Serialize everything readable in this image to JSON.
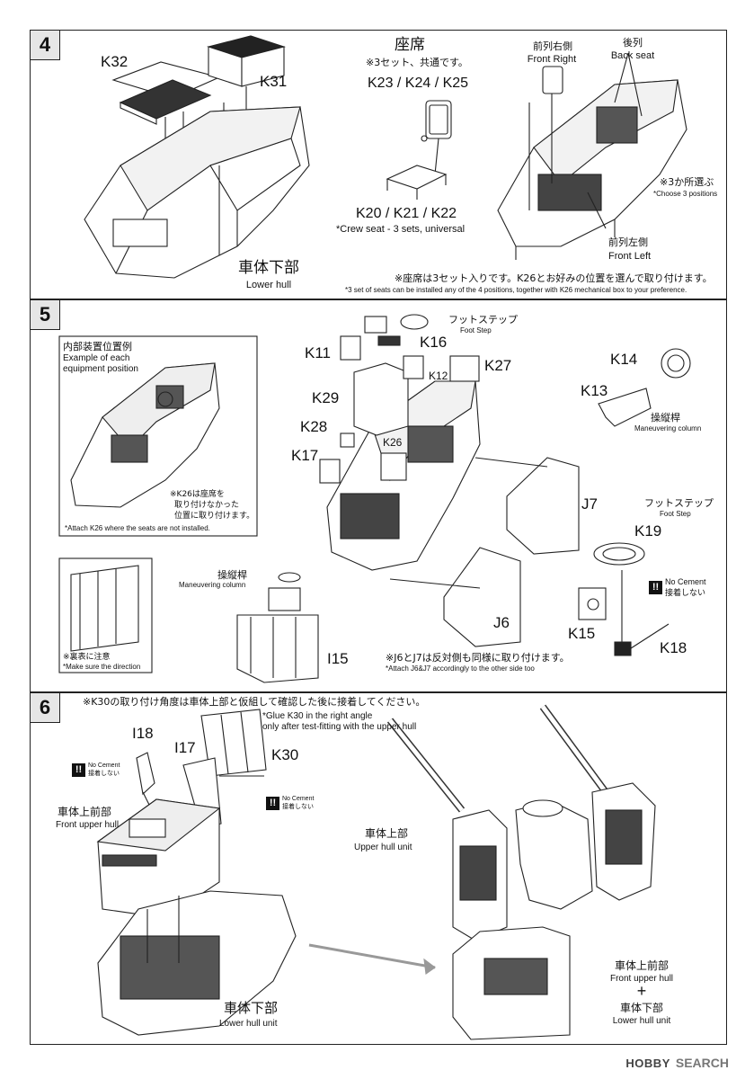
{
  "step4": {
    "number": "4",
    "k32": "K32",
    "k31": "K31",
    "seat_title_jp": "座席",
    "seat_note_jp": "※3セット、共通です。",
    "seat_parts": "K23 / K24 / K25",
    "crew_parts": "K20 / K21 / K22",
    "crew_note_en": "*Crew seat - 3 sets, universal",
    "front_right_jp": "前列右側",
    "front_right_en": "Front Right",
    "back_seat_jp": "後列",
    "back_seat_en": "Back seat",
    "choose_jp": "※3か所選ぶ",
    "choose_en": "*Choose 3 positions",
    "front_left_jp": "前列左側",
    "front_left_en": "Front Left",
    "lower_hull_jp": "車体下部",
    "lower_hull_en": "Lower hull",
    "footnote_jp": "※座席は3セット入りです。K26とお好みの位置を選んで取り付けます。",
    "footnote_en": "*3 set of seats can be installed any of the 4 positions, together with K26 mechanical box to your preference."
  },
  "step5": {
    "number": "5",
    "inset_title_jp": "内部装置位置例",
    "inset_title_en_1": "Example of each",
    "inset_title_en_2": "equipment position",
    "inset_k26_note_1": "※K26は座席を",
    "inset_k26_note_2": "取り付けなかった",
    "inset_k26_note_3": "位置に取り付けます。",
    "inset_k26_note_en": "*Attach K26 where the seats are not installed.",
    "direction_jp": "※裏表に注意",
    "direction_en": "*Make sure the direction",
    "foot_step_jp": "フットステップ",
    "foot_step_en": "Foot Step",
    "k11": "K11",
    "k16": "K16",
    "k27": "K27",
    "k12": "K12",
    "k29": "K29",
    "k28": "K28",
    "k26": "K26",
    "k17": "K17",
    "k14": "K14",
    "k13": "K13",
    "maneuver_jp": "操縦桿",
    "maneuver_en": "Maneuvering column",
    "j7": "J7",
    "j6": "J6",
    "i15": "I15",
    "foot_step2_jp": "フットステップ",
    "foot_step2_en": "Foot Step",
    "k19": "K19",
    "no_cement_en": "No Cement",
    "no_cement_jp": "接着しない",
    "k15": "K15",
    "k18": "K18",
    "maneuver2_jp": "操縦桿",
    "maneuver2_en": "Maneuvering column",
    "j_note_jp": "※J6とJ7は反対側も同様に取り付けます。",
    "j_note_en": "*Attach J6&J7 accordingly to the other side too"
  },
  "step6": {
    "number": "6",
    "k30_note_jp": "※K30の取り付け角度は車体上部と仮組して確認した後に接着してください。",
    "k30_note_en_1": "*Glue K30 in the right angle",
    "k30_note_en_2": "only after test-fitting with the upper hull",
    "i18": "I18",
    "i17": "I17",
    "k30": "K30",
    "no_cement_en": "No Cement",
    "no_cement_jp": "接着しない",
    "front_upper_jp": "車体上前部",
    "front_upper_en": "Front upper hull",
    "upper_unit_jp": "車体上部",
    "upper_unit_en": "Upper hull unit",
    "lower_unit_jp": "車体下部",
    "lower_unit_en": "Lower hull unit",
    "combo_upper_jp": "車体上前部",
    "combo_upper_en": "Front upper hull",
    "plus": "+",
    "combo_lower_jp": "車体下部",
    "combo_lower_en": "Lower hull unit"
  },
  "no_cement_mark": "!!",
  "watermark": {
    "logo": "HOBBY",
    "search": "SEARCH"
  }
}
